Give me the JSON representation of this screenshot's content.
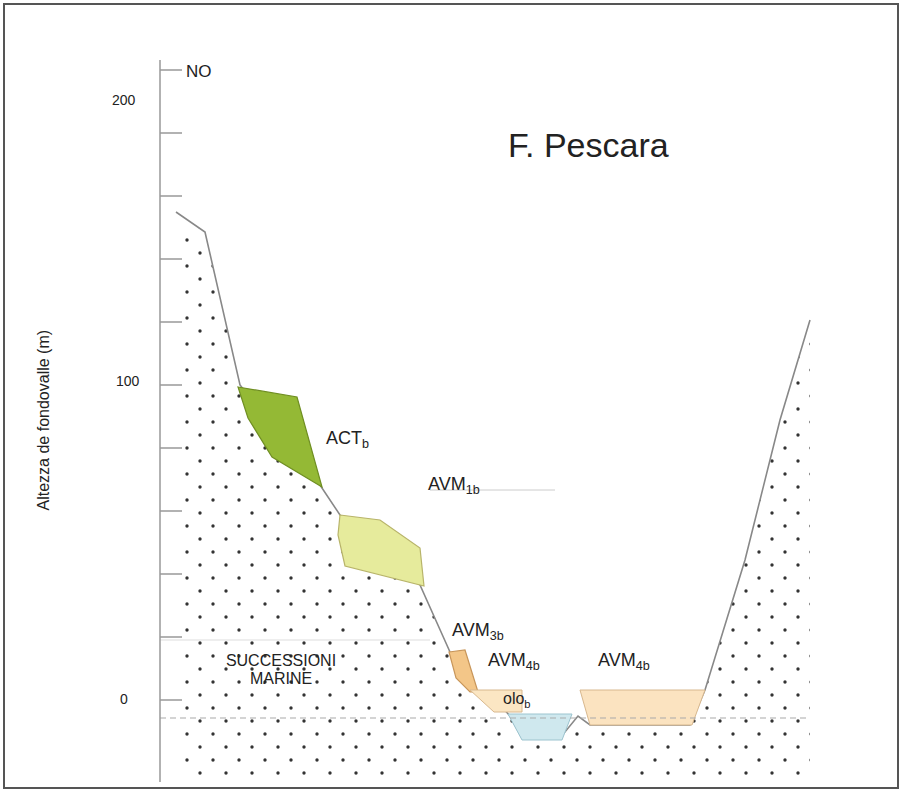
{
  "diagram": {
    "title": "F. Pescara",
    "labels": [
      "NO",
      "200",
      "100",
      "0",
      "Altezza de fondovalle (m)",
      "ACTb",
      "AVM1b",
      "AVM3b",
      "AVM4b",
      "olob",
      "AVM4b",
      "SUCCESSIONI MARINE"
    ]
  }
}
